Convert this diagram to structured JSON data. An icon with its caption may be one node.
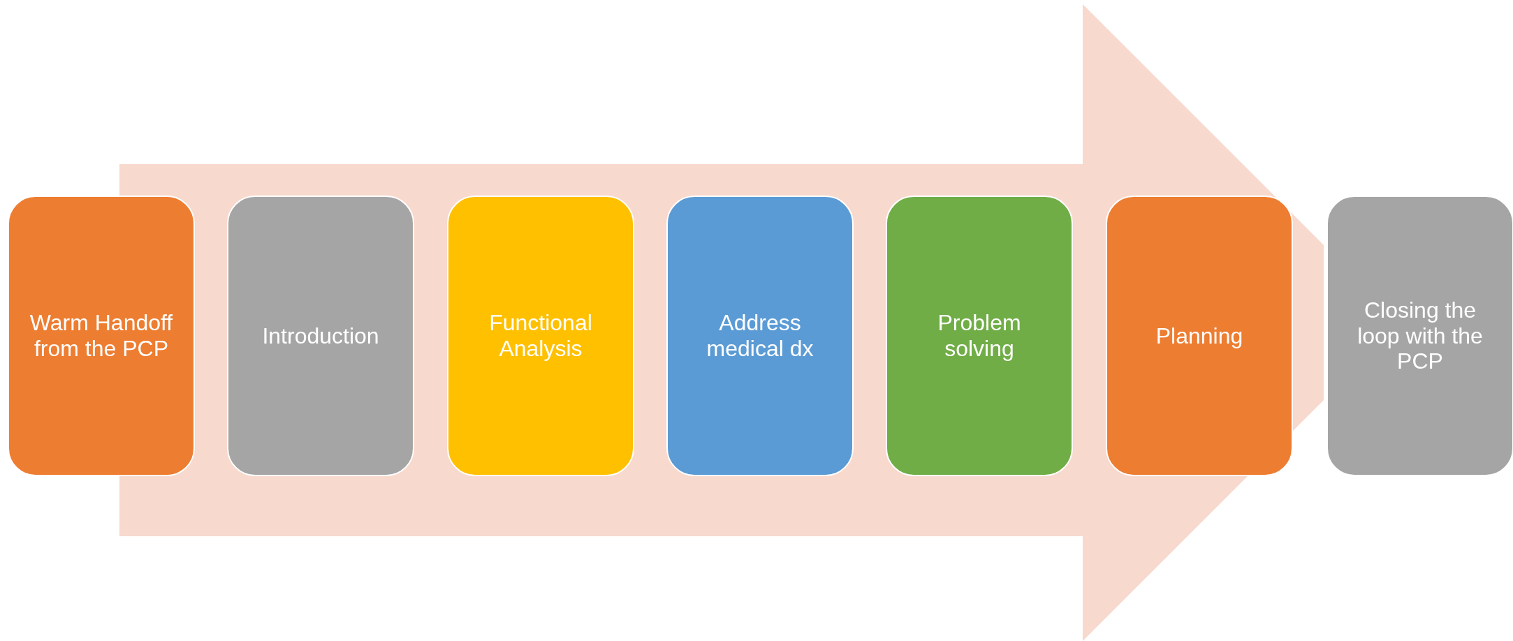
{
  "diagram": {
    "nodes": [
      {
        "text": [
          "Warm Handoff from the PCP"
        ]
      },
      {
        "text": [
          "Introduction"
        ]
      },
      {
        "text": [
          "Functional Analysis"
        ]
      },
      {
        "text": [
          "Address medical dx"
        ]
      },
      {
        "text": [
          "Problem solving"
        ]
      },
      {
        "text": [
          "Planning"
        ]
      },
      {
        "text": [
          "Closing the loop with the PCP"
        ]
      }
    ]
  }
}
